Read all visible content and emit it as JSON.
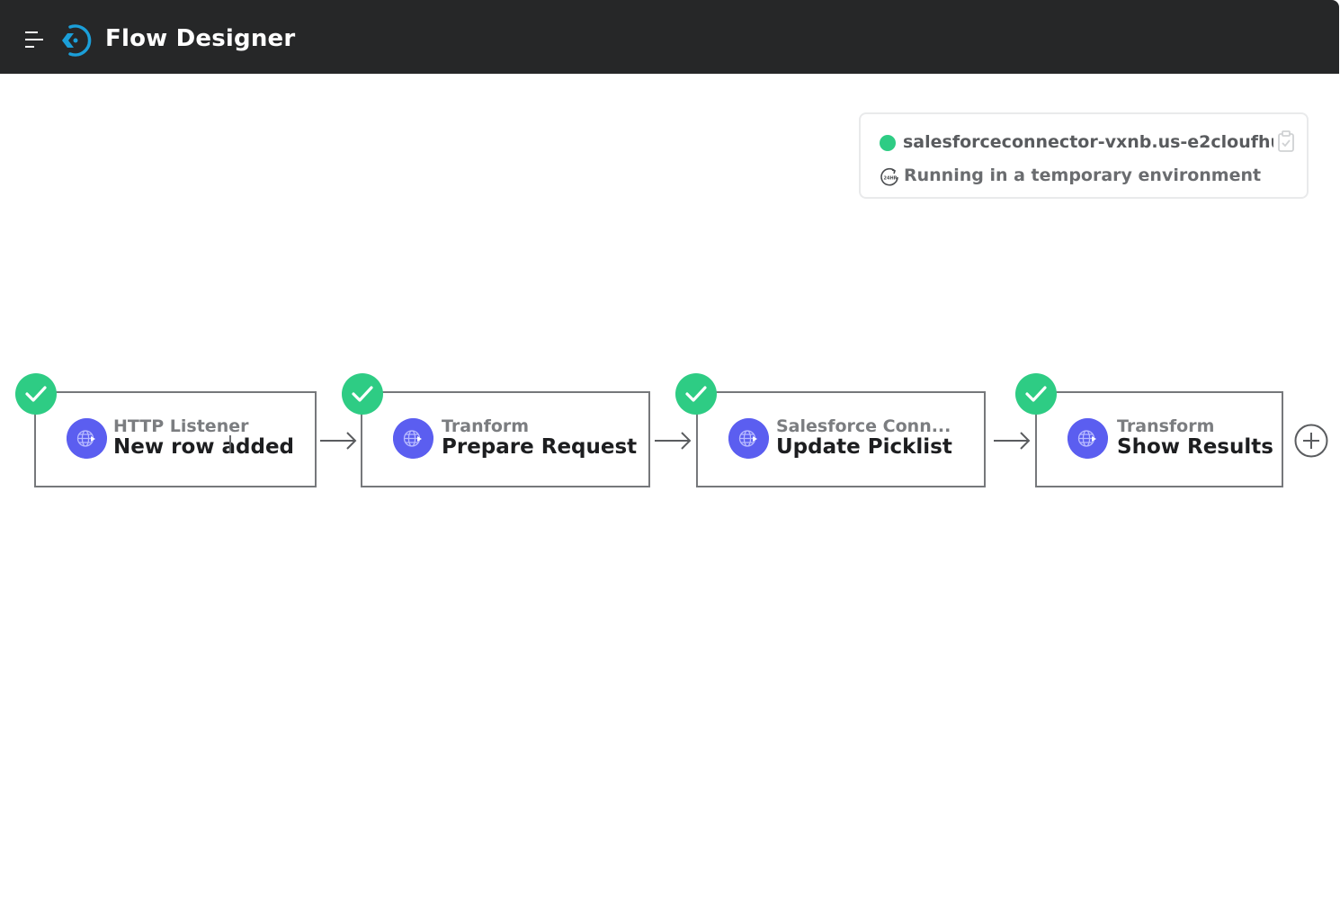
{
  "header": {
    "title": "Flow Designer",
    "menu_icon": "hamburger-menu-icon",
    "logo_icon": "flow-designer-logo-icon"
  },
  "environment": {
    "url": "salesforceconnector-vxnb.us-e2cloufhu...",
    "status": "Running in a temporary environment",
    "status_color": "#2ecc84"
  },
  "steps": [
    {
      "type": "HTTP Listener",
      "name": "New row added"
    },
    {
      "type": "Tranform",
      "name": "Prepare Request"
    },
    {
      "type": "Salesforce Conn...",
      "name": "Update Picklist"
    },
    {
      "type": "Transform",
      "name": "Show Results"
    }
  ],
  "colors": {
    "header_bg": "#262728",
    "accent_blue": "#1b9fd9",
    "step_icon": "#5b5ef0",
    "success_green": "#2ecc84"
  }
}
